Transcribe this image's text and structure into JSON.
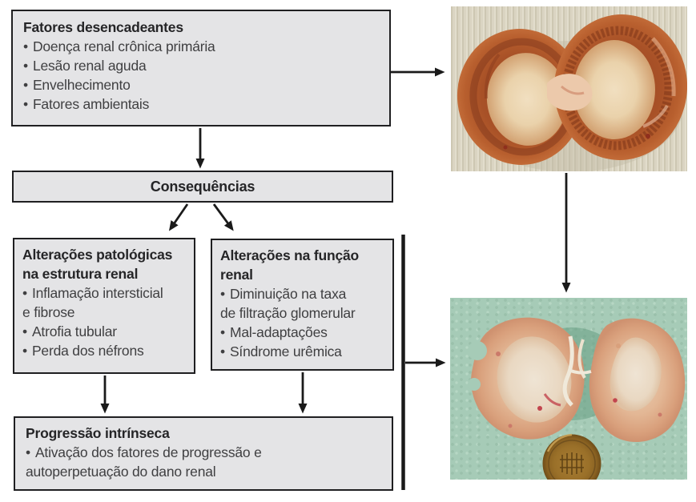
{
  "colors": {
    "background": "#ffffff",
    "box_fill": "#e4e4e6",
    "box_border": "#1f1f21",
    "arrow": "#1a1a1a",
    "title_text": "#252527",
    "body_text": "#3f3f41",
    "towel_cream": "#d8d2c0",
    "towel_teal": "#a6cbb7",
    "kidney_normal_tissue": "#b25a2c",
    "kidney_diseased_tissue": "#dfac8b",
    "coin_bronze": "#9a7029"
  },
  "diagram": {
    "bullet_char": "•",
    "boxes": {
      "triggers": {
        "title": "Fatores desencadeantes",
        "items": [
          "Doença renal crônica primária",
          "Lesão renal aguda",
          "Envelhecimento",
          "Fatores ambientais"
        ]
      },
      "consequences": {
        "title": "Consequências"
      },
      "structural": {
        "title": "Alterações patológicas\nna estrutura renal",
        "items": [
          "Inflamação intersticial\ne fibrose",
          "Atrofia tubular",
          "Perda dos néfrons"
        ]
      },
      "functional": {
        "title": "Alterações na função\nrenal",
        "items": [
          "Diminuição na taxa\nde filtração glomerular",
          "Mal-adaptações",
          "Síndrome urêmica"
        ]
      },
      "progression": {
        "title": "Progressão intrínseca",
        "items": [
          "Ativação dos fatores de progressão e\nautoperpetuação do dano renal"
        ]
      }
    }
  }
}
